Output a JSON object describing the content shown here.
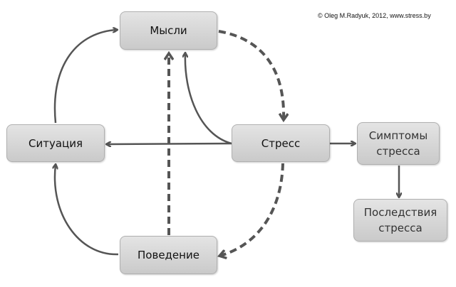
{
  "copyright": "© Oleg M.Radyuk, 2012, www.stress.by",
  "nodes": {
    "thoughts": "Мысли",
    "situation": "Ситуация",
    "stress": "Стресс",
    "symptoms": "Симптомы стресса",
    "consequences": "Последствия стресса",
    "behavior": "Поведение"
  },
  "colors": {
    "edge": "#555555",
    "box": "#d6d6d6"
  }
}
